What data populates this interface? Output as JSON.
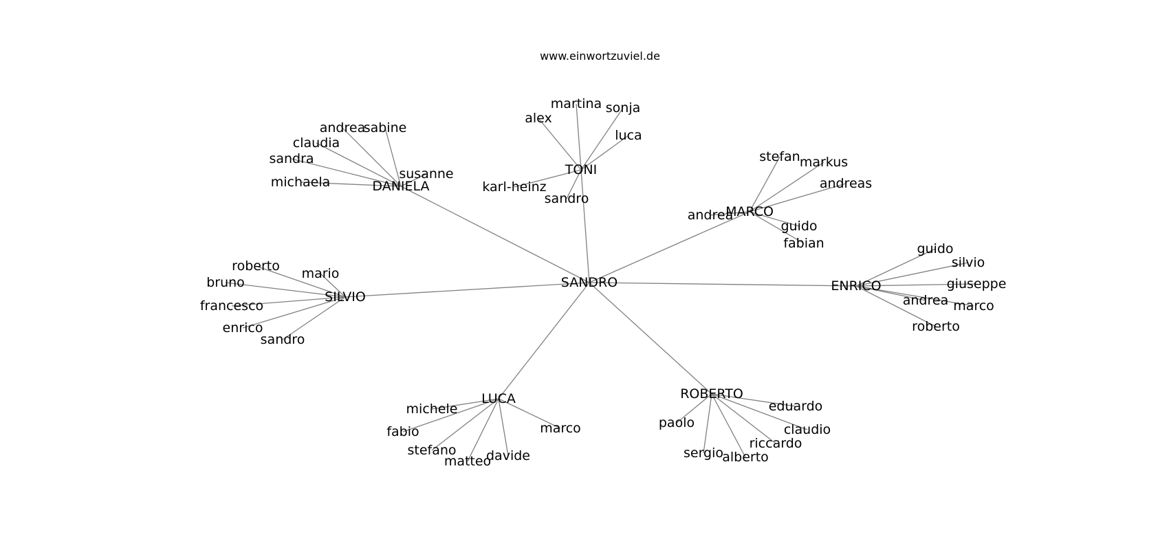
{
  "title": "www.einwortzuviel.de",
  "graph": {
    "center": "SANDRO",
    "groups": [
      {
        "name": "TONI",
        "leaves": [
          "martina",
          "sonja",
          "alex",
          "luca",
          "karl-heinz",
          "sandro"
        ]
      },
      {
        "name": "DANIELA",
        "leaves": [
          "andrea",
          "sabine",
          "claudia",
          "sandra",
          "susanne",
          "michaela"
        ]
      },
      {
        "name": "MARCO",
        "leaves": [
          "stefan",
          "markus",
          "andreas",
          "andrea",
          "guido",
          "fabian"
        ]
      },
      {
        "name": "ENRICO",
        "leaves": [
          "guido",
          "silvio",
          "giuseppe",
          "andrea",
          "marco",
          "roberto"
        ]
      },
      {
        "name": "SILVIO",
        "leaves": [
          "roberto",
          "mario",
          "bruno",
          "francesco",
          "enrico",
          "sandro"
        ]
      },
      {
        "name": "LUCA",
        "leaves": [
          "michele",
          "fabio",
          "stefano",
          "matteo",
          "davide",
          "marco"
        ]
      },
      {
        "name": "ROBERTO",
        "leaves": [
          "eduardo",
          "paolo",
          "claudio",
          "riccardo",
          "sergio",
          "alberto"
        ]
      }
    ],
    "edge_color": "#808080",
    "text_color": "#000000"
  }
}
